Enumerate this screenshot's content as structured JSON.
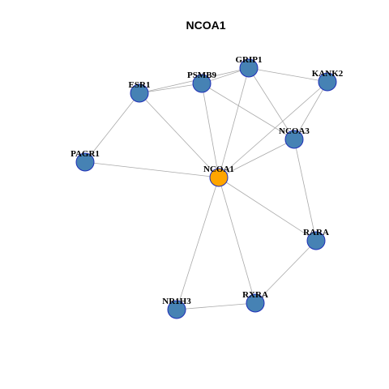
{
  "title": "NCOA1",
  "colors": {
    "center_node": "#ffa500",
    "node": "#4682b4",
    "node_border": "#1f2fb8",
    "edge": "#a9a9a9"
  },
  "nodes": [
    {
      "id": "NCOA1",
      "label": "NCOA1",
      "center": true
    },
    {
      "id": "GRIP1",
      "label": "GRIP1"
    },
    {
      "id": "KANK2",
      "label": "KANK2"
    },
    {
      "id": "PSMB9",
      "label": "PSMB9"
    },
    {
      "id": "ESR1",
      "label": "ESR1"
    },
    {
      "id": "NCOA3",
      "label": "NCOA3"
    },
    {
      "id": "PAGR1",
      "label": "PAGR1"
    },
    {
      "id": "RARA",
      "label": "RARA"
    },
    {
      "id": "RXRA",
      "label": "RXRA"
    },
    {
      "id": "NR1H3",
      "label": "NR1H3"
    }
  ],
  "edges": [
    [
      "NCOA1",
      "GRIP1"
    ],
    [
      "NCOA1",
      "KANK2"
    ],
    [
      "NCOA1",
      "PSMB9"
    ],
    [
      "NCOA1",
      "ESR1"
    ],
    [
      "NCOA1",
      "NCOA3"
    ],
    [
      "NCOA1",
      "PAGR1"
    ],
    [
      "NCOA1",
      "RARA"
    ],
    [
      "NCOA1",
      "RXRA"
    ],
    [
      "NCOA1",
      "NR1H3"
    ],
    [
      "GRIP1",
      "KANK2"
    ],
    [
      "GRIP1",
      "PSMB9"
    ],
    [
      "GRIP1",
      "ESR1"
    ],
    [
      "GRIP1",
      "NCOA3"
    ],
    [
      "KANK2",
      "NCOA3"
    ],
    [
      "PSMB9",
      "ESR1"
    ],
    [
      "PSMB9",
      "NCOA3"
    ],
    [
      "ESR1",
      "PAGR1"
    ],
    [
      "NCOA3",
      "RARA"
    ],
    [
      "RARA",
      "RXRA"
    ],
    [
      "RXRA",
      "NR1H3"
    ]
  ]
}
